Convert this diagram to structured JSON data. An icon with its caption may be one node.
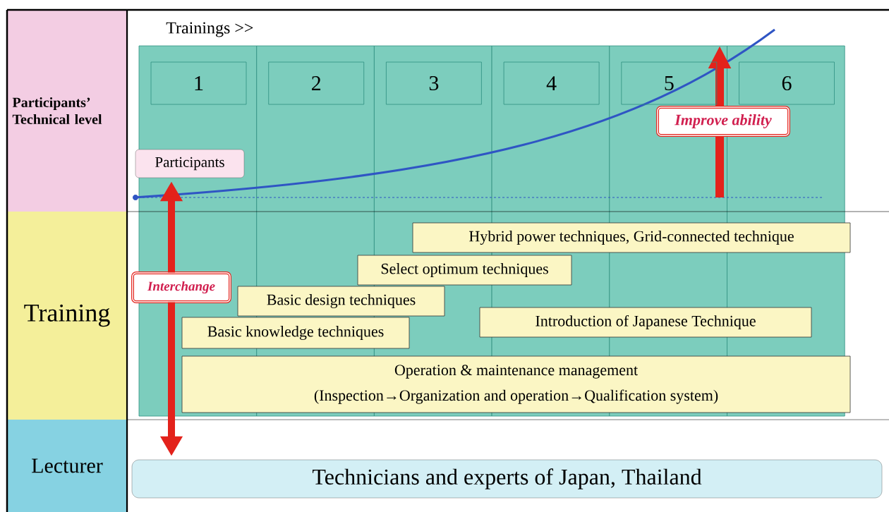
{
  "diagram": {
    "nodes": [
      {
        "text": [
          "Participants’ Technical level"
        ]
      },
      {
        "text": [
          "Training"
        ]
      },
      {
        "text": [
          "Lecturer"
        ]
      },
      {
        "text": [
          "1"
        ]
      },
      {
        "text": [
          "2"
        ]
      },
      {
        "text": [
          "3"
        ]
      },
      {
        "text": [
          "4"
        ]
      },
      {
        "text": [
          "5"
        ]
      },
      {
        "text": [
          "6"
        ]
      },
      {
        "text": [
          "Improve ability"
        ]
      },
      {
        "text": [
          "Participants"
        ]
      },
      {
        "text": [
          "Hybrid power techniques, Grid-connected technique"
        ]
      },
      {
        "text": [
          "Select optimum techniques"
        ]
      },
      {
        "text": [
          "Interchange"
        ]
      },
      {
        "text": [
          "Basic design techniques"
        ]
      },
      {
        "text": [
          "Introduction of Japanese Technique"
        ]
      },
      {
        "text": [
          "Basic knowledge techniques"
        ]
      },
      {
        "text": [
          "Operation & maintenance management",
          "(Inspection→Organization and operation→Qualification system)"
        ]
      },
      {
        "text": [
          "Technicians and experts of Japan, Thailand"
        ]
      }
    ],
    "edges": [
      {
        "from": 13,
        "to": 10,
        "arrow": "to"
      },
      {
        "from": 13,
        "to": 18,
        "arrow": "to"
      }
    ],
    "labels": [
      "Trainings >>"
    ]
  }
}
